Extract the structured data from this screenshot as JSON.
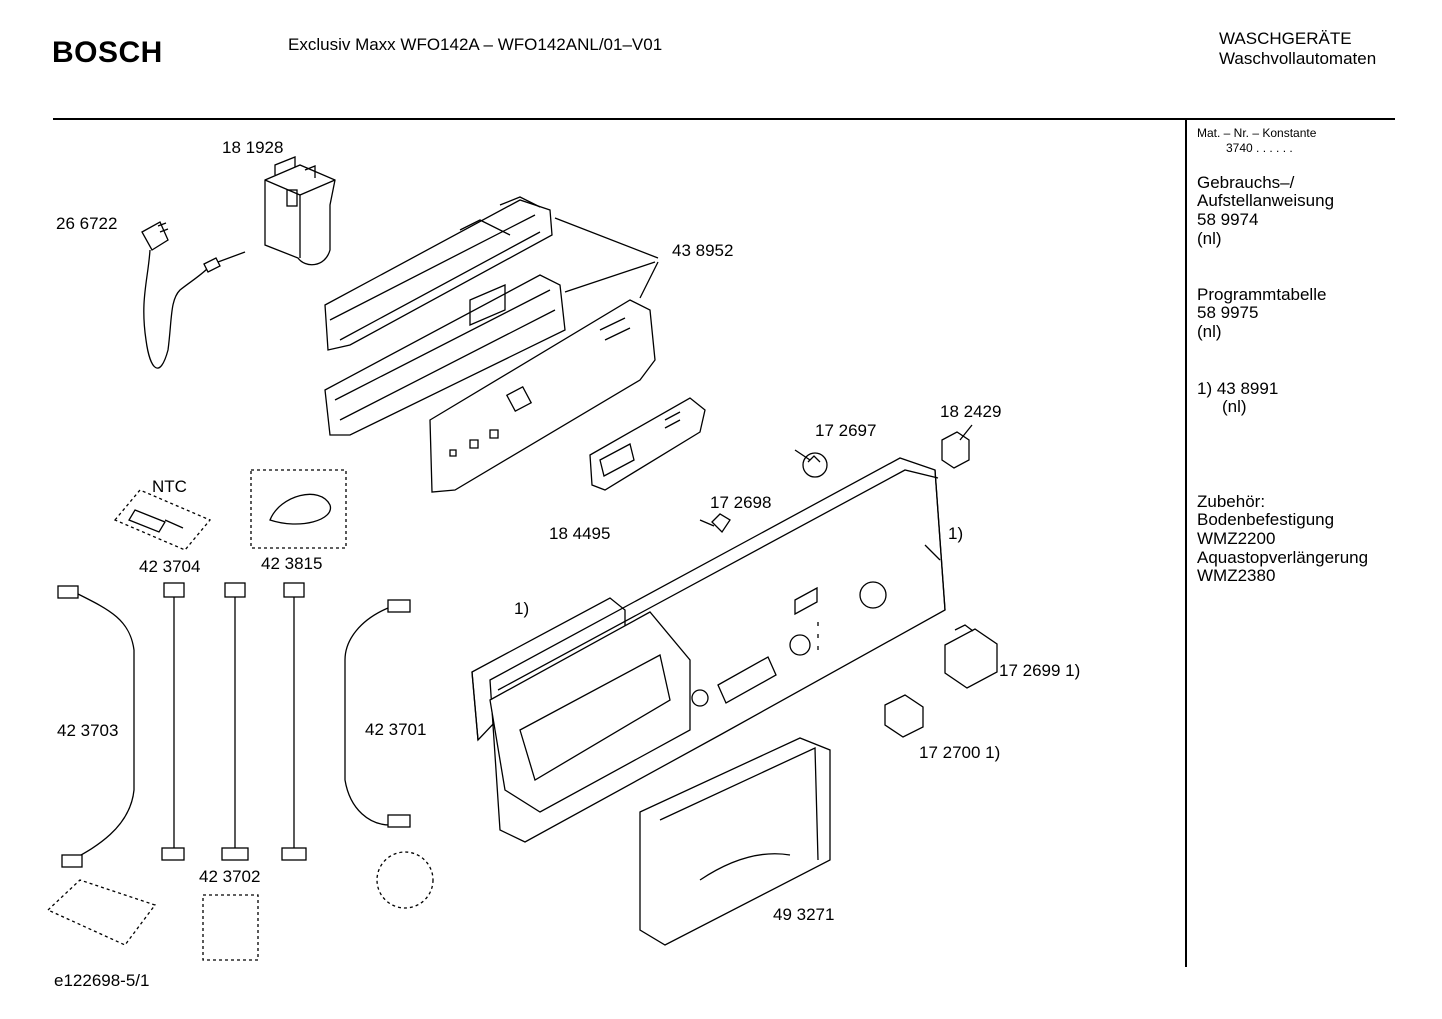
{
  "header": {
    "brand": "BOSCH",
    "title": "Exclusiv Maxx WFO142A – WFO142ANL/01–V01",
    "category": "WASCHGERÄTE",
    "subcategory": "Waschvollautomaten"
  },
  "sidebar": {
    "mat_label": "Mat. – Nr. – Konstante",
    "mat_value": "3740  .  .    .  .  .  .",
    "manual_line1": "Gebrauchs–/",
    "manual_line2": "Aufstellanweisung",
    "manual_number": "58 9974",
    "manual_lang": "(nl)",
    "table_label": "Programmtabelle",
    "table_number": "58 9975",
    "table_lang": "(nl)",
    "note_number": "1)  43 8991",
    "note_lang": "(nl)",
    "acc_label": "Zubehör:",
    "acc_item1": "Bodenbefestigung",
    "acc_item1_code": "WMZ2200",
    "acc_item2": "Aquastopverlängerung",
    "acc_item2_code": "WMZ2380"
  },
  "parts": {
    "p181928": "18 1928",
    "p266722": "26 6722",
    "p438952": "43 8952",
    "p184495": "18 4495",
    "p172697": "17 2697",
    "p182429": "18 2429",
    "p172698": "17 2698",
    "ntc": "NTC",
    "p423704": "42 3704",
    "p423815": "42 3815",
    "note_a": "1)",
    "note_b": "1)",
    "p423703": "42 3703",
    "p423701": "42 3701",
    "p423702": "42 3702",
    "p1726991": "17 2699 1)",
    "p1727001": "17 2700 1)",
    "p493271": "49 3271"
  },
  "footer": {
    "drawing_id": "e122698-5/1"
  }
}
